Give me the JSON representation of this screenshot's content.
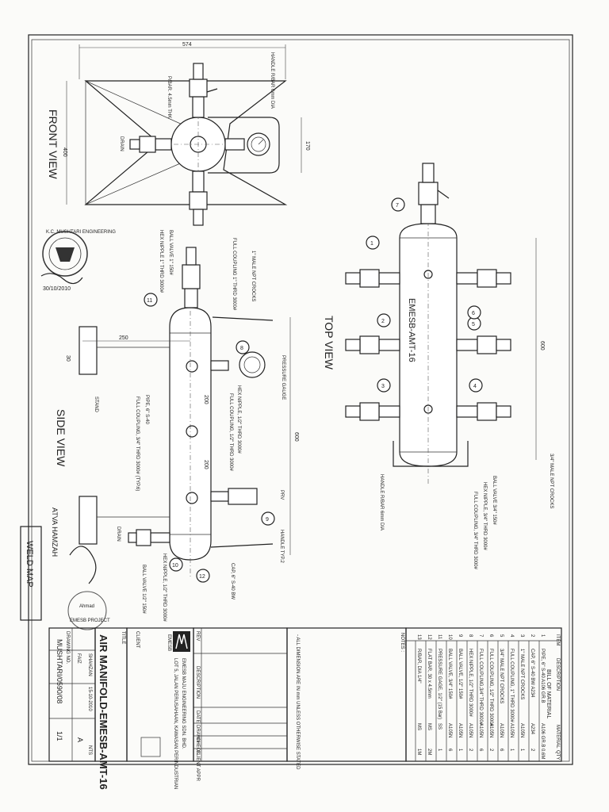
{
  "views": {
    "front": "FRONT VIEW",
    "top": "TOP VIEW",
    "side": "SIDE VIEW",
    "weld": "WELD MAP"
  },
  "front_view": {
    "dims": [
      "574",
      "400",
      "170"
    ],
    "labels": [
      "HANDLE R/BAR 6mm DIA",
      "P/BAR. 4.5mm THK",
      "DRAIN"
    ]
  },
  "top_view": {
    "tag": "EMESB-AMT-16",
    "dims": [
      "600"
    ],
    "labels": [
      "3/4\" MALE NPT CROCKS",
      "BALL VALVE 3/4\" 150#",
      "HEX NIPPLE, 3/4\" THRD 3000#",
      "FULL COUPLING, 3/4\" THRD 3000#",
      "HANDLE R/BAR 6mm DIA"
    ],
    "balloons": [
      "7",
      "1",
      "2",
      "3",
      "4",
      "5",
      "6"
    ]
  },
  "side_view": {
    "dims": [
      "250",
      "30",
      "200",
      "200",
      "600"
    ],
    "labels": [
      "1\" MALE NPT CROCKS",
      "FULL COUPLING 1\" THRD 3000#",
      "BALL VALVE 1\" 150#",
      "HEX NIPPLE 1\" THRD 3000#",
      "PRESSURE GAUGE",
      "HEX NIPPLE, 1/2\" THRD 3000#",
      "FULL COUPLING, 1/2\" THRD 3000#",
      "PIPE, 6\" S-40",
      "FULL COUPLING, 3/4\" THRD 3000# (TYP.6)",
      "STAND",
      "PRV",
      "HANDLE TYP.2",
      "CAP, 6\" S-40 BW",
      "DRAIN",
      "HEX NIPPLE, 1/2\" THRD 3000#",
      "BALL VALVE 1/2\" 150#"
    ],
    "balloons": [
      "11",
      "8",
      "9",
      "10",
      "12"
    ]
  },
  "stamp": {
    "top": "K.C. MUSHTARI ENGINEERING",
    "date": "30/10/2010",
    "sig1": "Ahmad",
    "sig2": "ATVA HAMZAH",
    "bottom": "EMESB PROJECT"
  },
  "bill_of_material": {
    "title": "BILL OF MATERIAL",
    "headers": [
      "ITEM",
      "DESCRIPTION",
      "MATERIAL",
      "QTY"
    ],
    "rows": [
      [
        "1",
        "PIPE, 6\" S-40 A106 GR.B",
        "A106 GR.B",
        "0.6M"
      ],
      [
        "2",
        "CAP, 6\" S-40 BW A234",
        "A234",
        "2"
      ],
      [
        "3",
        "1\" MALE NPT CROCKS",
        "A105N",
        "1"
      ],
      [
        "4",
        "FULL COUPLING, 1\" THRD 3000#",
        "A105N",
        "1"
      ],
      [
        "5",
        "3/4\" MALE NPT CROCKS",
        "A105N",
        "6"
      ],
      [
        "6",
        "FULL COUPLING, 1/2\" THRD 3000#",
        "A105N",
        "2"
      ],
      [
        "7",
        "FULL COUPLING,3/4\" THRD 3000#",
        "A105N",
        "6"
      ],
      [
        "8",
        "HEX NIPPLE, 1/2\" THRD 3000#",
        "A105N",
        "2"
      ],
      [
        "9",
        "BALL VALVE, 1/2\" 150#",
        "A105N",
        "1"
      ],
      [
        "10",
        "BALL VALVE, 3/4\" 150#",
        "A105N",
        "6"
      ],
      [
        "11",
        "PRESSURE GAGE, 1/2\" (15 Bar)",
        "SS",
        "1"
      ],
      [
        "12",
        "FLAT BAR, 30 x 4.5mm",
        "MS",
        "2M"
      ],
      [
        "13",
        "R/BAR, DIA 1/4\"",
        "MS",
        "1M"
      ]
    ]
  },
  "notes": {
    "title": "NOTES :",
    "text": "- ALL DIMENSION ARE IN mm UNLESS OTHERWISE STATED"
  },
  "revision": {
    "headers": [
      "REV",
      "DESCRIPTION",
      "DATE",
      "DRAWN",
      "CHECK",
      "CLIENT APPR"
    ]
  },
  "title_block": {
    "company": "EMESB MAJU ENGINEERING SDN. BHD.",
    "address": "LOT 5, JALAN PERUSAHAAN, KAWASAN PERINDUSTRIAN",
    "logo": "EMESB",
    "title_label": "TITLE",
    "client_label": "CLIENT",
    "title": "AIR MANIFOLD-EMESB-AMT-16",
    "drawn_by": "SHAHZAN",
    "checked_by": "FAIZ",
    "date": "15-10-2010",
    "drawing_no_label": "DRAWING NO.",
    "drawing_no": "MUSHTARI/0590/08",
    "sheet": "1/1",
    "rev": "A",
    "scale": "NTS"
  }
}
